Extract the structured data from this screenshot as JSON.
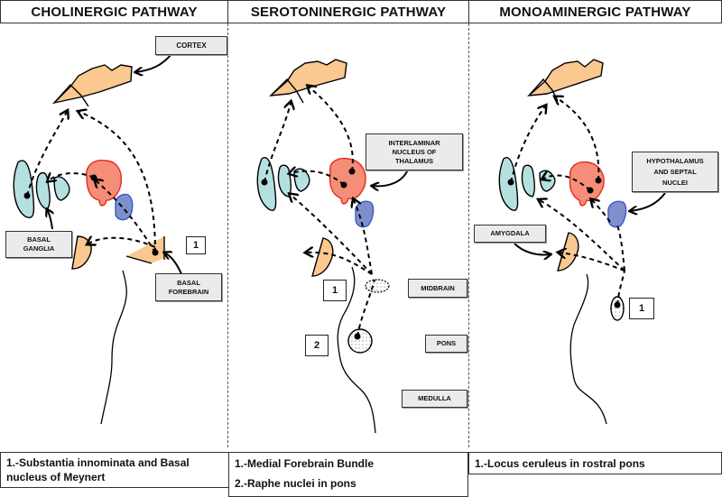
{
  "colors": {
    "cortex": "#fbc890",
    "basal_ganglia": "#b4e0e0",
    "thalamus": "#f58e78",
    "thalamus_outline": "#e8281e",
    "hypothalamus": "#7f8fcc",
    "hypothalamus_outline": "#3c5ac8",
    "label_bg": "#ebebeb"
  },
  "panels": [
    {
      "title": "CHOLINERGIC PATHWAY",
      "labels": {
        "cortex": "CORTEX",
        "basal_ganglia": "BASAL GANGLIA",
        "basal_forebrain": "BASAL FOREBRAIN"
      },
      "markers": [
        "1"
      ],
      "legend": [
        "1.-Substantia innominata and Basal nucleus of Meynert"
      ]
    },
    {
      "title": "SEROTONINERGIC PATHWAY",
      "labels": {
        "interlaminar": "INTERLAMINAR NUCLEUS OF THALAMUS",
        "midbrain": "MIDBRAIN",
        "pons": "PONS",
        "medulla": "MEDULLA"
      },
      "markers": [
        "1",
        "2"
      ],
      "legend": [
        "1.-Medial Forebrain Bundle",
        "2.-Raphe nuclei in pons"
      ]
    },
    {
      "title": "MONOAMINERGIC PATHWAY",
      "labels": {
        "hypothalamus": "HYPOTHALAMUS AND SEPTAL NUCLEI",
        "amygdala": "AMYGDALA"
      },
      "markers": [
        "1"
      ],
      "legend": [
        "1.-Locus ceruleus in rostral pons"
      ]
    }
  ]
}
